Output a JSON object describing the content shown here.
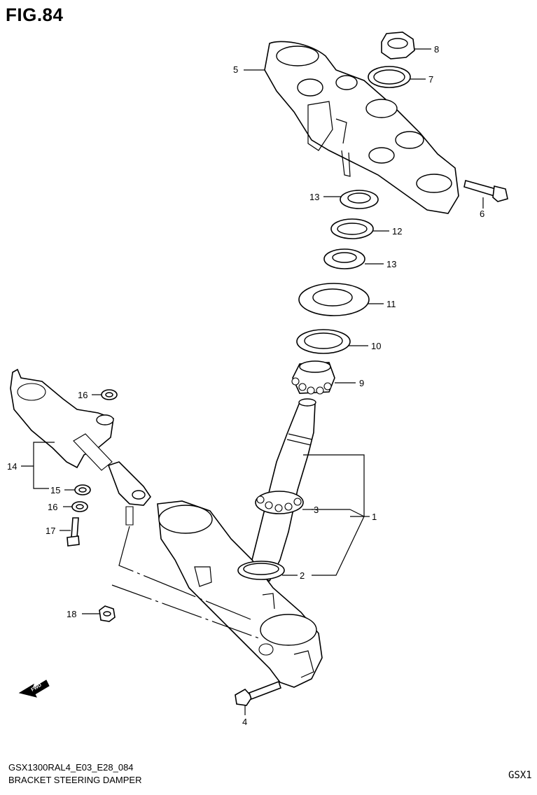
{
  "figure": {
    "title": "FIG.84"
  },
  "parts": [
    {
      "id": "p1",
      "label": "1"
    },
    {
      "id": "p2",
      "label": "2"
    },
    {
      "id": "p3",
      "label": "3"
    },
    {
      "id": "p4",
      "label": "4"
    },
    {
      "id": "p5",
      "label": "5"
    },
    {
      "id": "p6",
      "label": "6"
    },
    {
      "id": "p7",
      "label": "7"
    },
    {
      "id": "p8",
      "label": "8"
    },
    {
      "id": "p9",
      "label": "9"
    },
    {
      "id": "p10",
      "label": "10"
    },
    {
      "id": "p11",
      "label": "11"
    },
    {
      "id": "p12",
      "label": "12"
    },
    {
      "id": "p13a",
      "label": "13"
    },
    {
      "id": "p13b",
      "label": "13"
    },
    {
      "id": "p14",
      "label": "14"
    },
    {
      "id": "p15",
      "label": "15"
    },
    {
      "id": "p16a",
      "label": "16"
    },
    {
      "id": "p16b",
      "label": "16"
    },
    {
      "id": "p17",
      "label": "17"
    },
    {
      "id": "p18",
      "label": "18"
    }
  ],
  "direction_marker": {
    "label": "FWD",
    "icon": "forward-arrow-icon"
  },
  "footer": {
    "code": "GSX1300RAL4_E03_E28_084",
    "name": "BRACKET STEERING DAMPER",
    "model": "GSX1"
  }
}
